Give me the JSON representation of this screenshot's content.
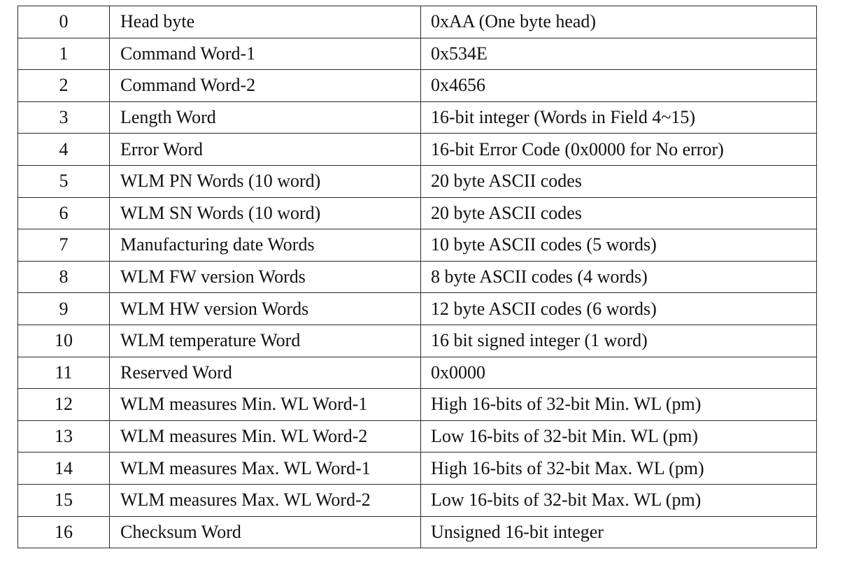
{
  "table": {
    "rows": [
      {
        "index": "0",
        "field": "Head byte",
        "description": "0xAA (One byte head)"
      },
      {
        "index": "1",
        "field": "Command Word-1",
        "description": "0x534E"
      },
      {
        "index": "2",
        "field": "Command Word-2",
        "description": "0x4656"
      },
      {
        "index": "3",
        "field": "Length Word",
        "description": "16-bit integer (Words in Field 4~15)"
      },
      {
        "index": "4",
        "field": "Error Word",
        "description": "16-bit Error Code (0x0000 for No error)"
      },
      {
        "index": "5",
        "field": "WLM PN Words (10 word)",
        "description": "20 byte ASCII codes"
      },
      {
        "index": "6",
        "field": "WLM SN Words (10 word)",
        "description": "20 byte ASCII codes"
      },
      {
        "index": "7",
        "field": "Manufacturing date Words",
        "description": "10 byte ASCII codes  (5 words)"
      },
      {
        "index": "8",
        "field": "WLM FW version Words",
        "description": "8 byte ASCII codes (4 words)"
      },
      {
        "index": "9",
        "field": "WLM HW version Words",
        "description": "12 byte ASCII codes (6 words)"
      },
      {
        "index": "10",
        "field": "WLM temperature Word",
        "description": "16 bit signed integer (1 word)"
      },
      {
        "index": "11",
        "field": "Reserved Word",
        "description": "0x0000"
      },
      {
        "index": "12",
        "field": "WLM measures Min. WL Word-1",
        "description": "High 16-bits of 32-bit Min. WL (pm)"
      },
      {
        "index": "13",
        "field": "WLM measures Min. WL Word-2",
        "description": "Low 16-bits of 32-bit Min. WL (pm)"
      },
      {
        "index": "14",
        "field": "WLM measures Max. WL Word-1",
        "description": "High 16-bits of 32-bit Max. WL (pm)"
      },
      {
        "index": "15",
        "field": "WLM measures Max. WL Word-2",
        "description": "Low 16-bits of 32-bit Max. WL (pm)"
      },
      {
        "index": "16",
        "field": "Checksum Word",
        "description": "Unsigned 16-bit integer"
      }
    ]
  }
}
